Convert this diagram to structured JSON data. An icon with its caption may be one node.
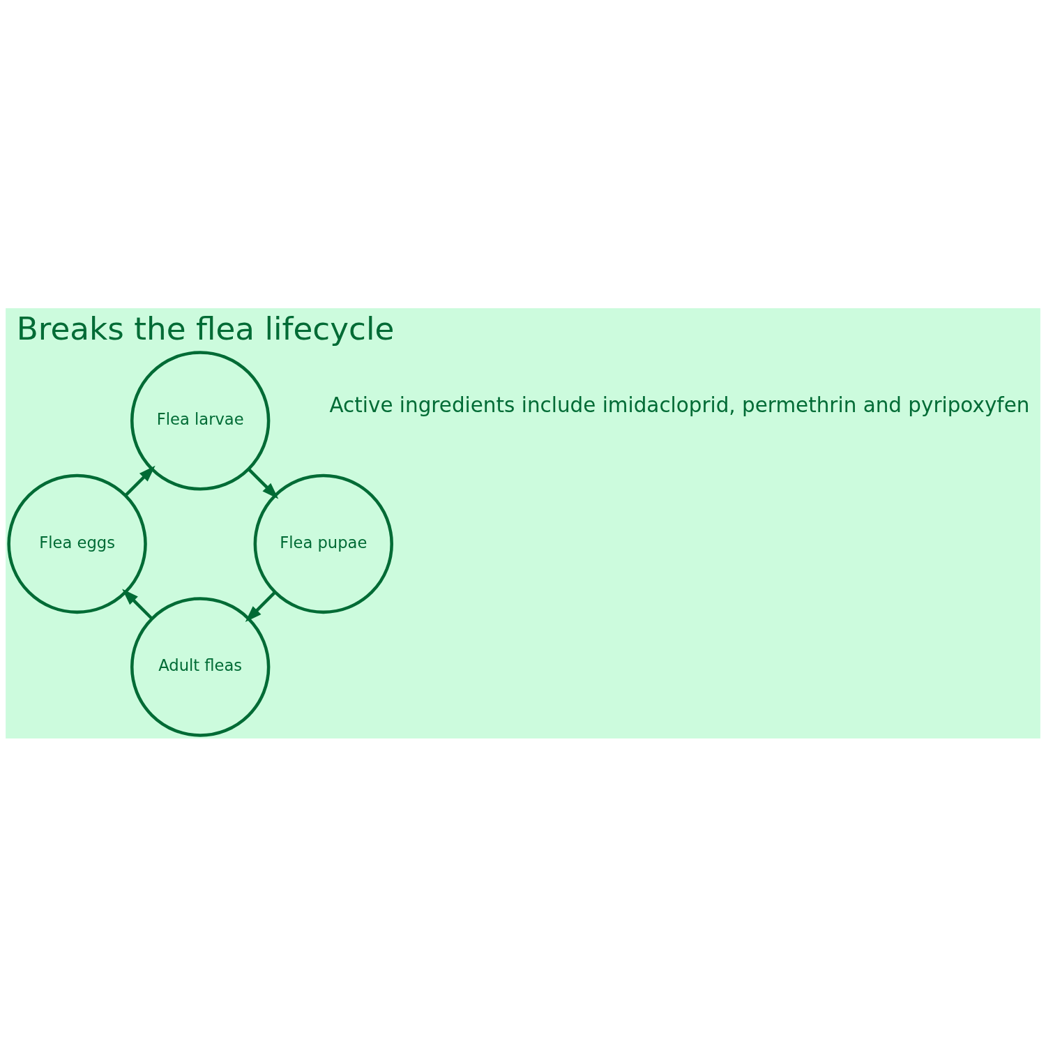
{
  "diagram": {
    "title": "Breaks the flea lifecycle",
    "nodes": [
      {
        "text": [
          "Adult fleas"
        ]
      },
      {
        "text": [
          "Flea eggs"
        ]
      },
      {
        "text": [
          "Flea larvae"
        ]
      },
      {
        "text": [
          "Flea pupae"
        ]
      }
    ],
    "edges": [
      {
        "from": 0,
        "to": 1,
        "arrow": "to"
      },
      {
        "from": 1,
        "to": 2,
        "arrow": "to"
      },
      {
        "from": 2,
        "to": 3,
        "arrow": "to"
      },
      {
        "from": 3,
        "to": 0,
        "arrow": "to"
      }
    ],
    "labels": [
      "Active ingredients include imidacloprid, permethrin and pyripoxyfen"
    ]
  }
}
